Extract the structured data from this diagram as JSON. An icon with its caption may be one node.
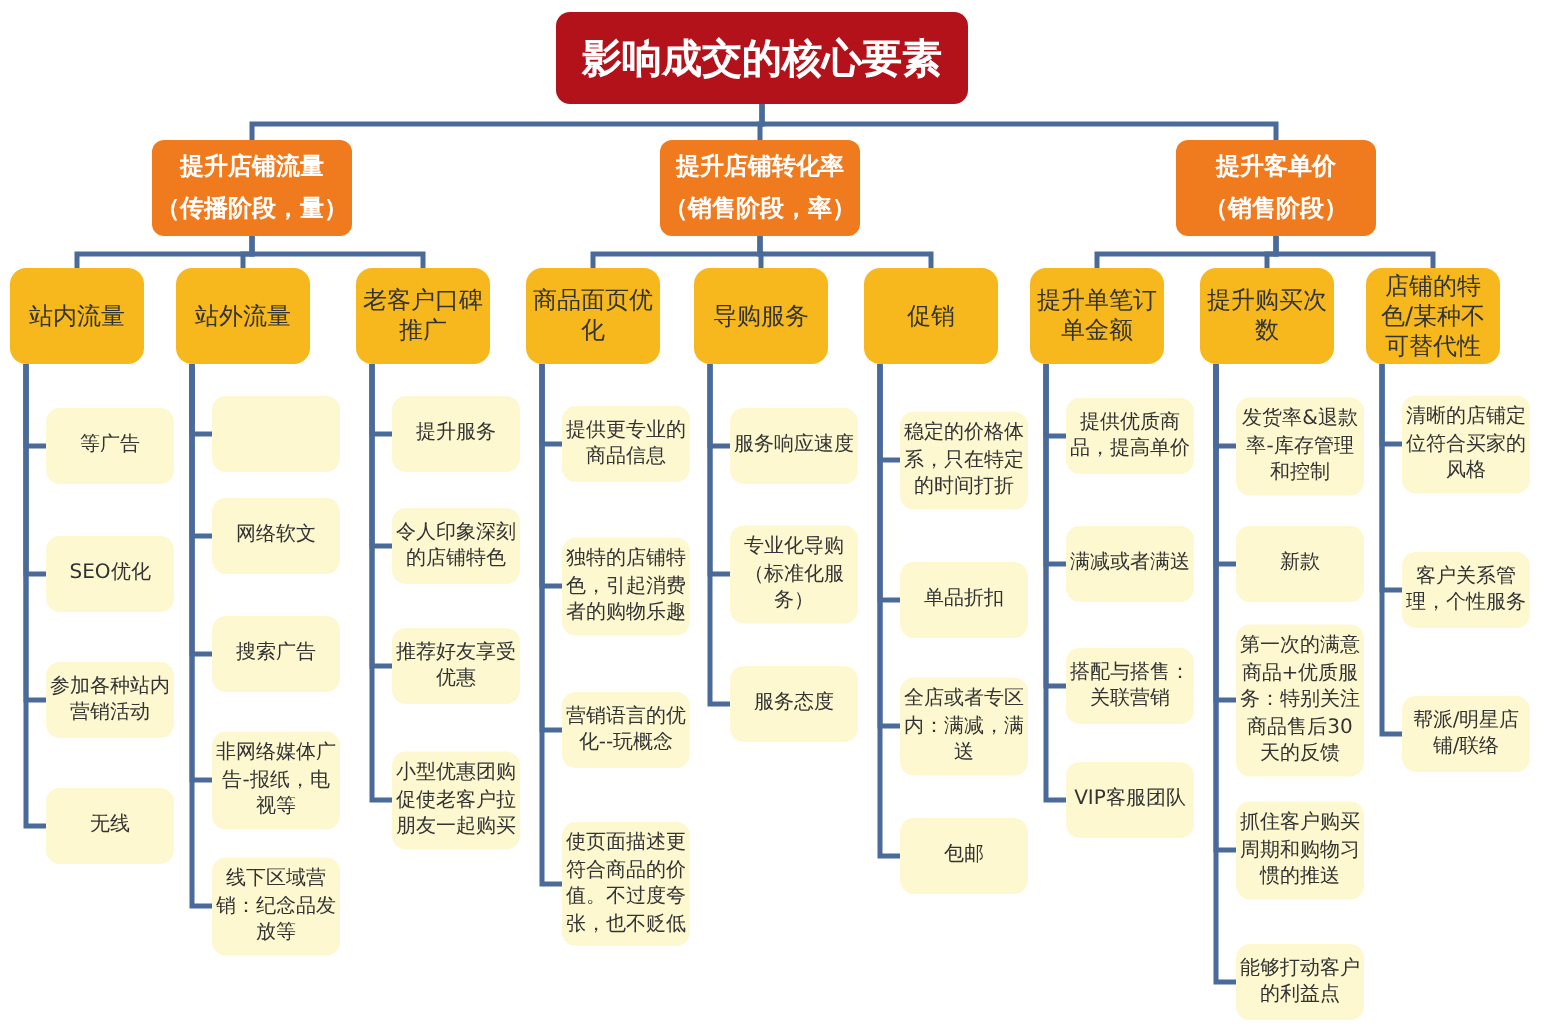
{
  "diagram": {
    "nodes": [
      {
        "text": [
          "影响成交的核心要素"
        ]
      },
      {
        "text": [
          "提升店铺流量",
          "（传播阶段，量）"
        ]
      },
      {
        "text": [
          "提升店铺转化率",
          "（销售阶段，率）"
        ]
      },
      {
        "text": [
          "提升客单价",
          "（销售阶段）"
        ]
      },
      {
        "text": [
          "站内流量"
        ]
      },
      {
        "text": [
          "站外流量"
        ]
      },
      {
        "text": [
          "老客户口碑推广"
        ]
      },
      {
        "text": [
          "商品面页优化"
        ]
      },
      {
        "text": [
          "导购服务"
        ]
      },
      {
        "text": [
          "促销"
        ]
      },
      {
        "text": [
          "提升单笔订单金额"
        ]
      },
      {
        "text": [
          "提升购买次数"
        ]
      },
      {
        "text": [
          "店铺的特色/某种不可替代性"
        ]
      },
      {
        "text": [
          "等广告"
        ]
      },
      {
        "text": [
          "SEO优化"
        ]
      },
      {
        "text": [
          "参加各种站内营销活动"
        ]
      },
      {
        "text": [
          "无线"
        ]
      },
      {
        "text": [],
        "shape": "box"
      },
      {
        "text": [
          "网络软文"
        ]
      },
      {
        "text": [
          "搜索广告"
        ]
      },
      {
        "text": [
          "非网络媒体广告-报纸，电视等"
        ]
      },
      {
        "text": [
          "线下区域营销：纪念品发放等"
        ]
      },
      {
        "text": [
          "提升服务"
        ]
      },
      {
        "text": [
          "令人印象深刻的店铺特色"
        ]
      },
      {
        "text": [
          "推荐好友享受优惠"
        ]
      },
      {
        "text": [
          "小型优惠团购促使老客户拉朋友一起购买"
        ]
      },
      {
        "text": [
          "提供更专业的商品信息"
        ]
      },
      {
        "text": [
          "独特的店铺特色，引起消费者的购物乐趣"
        ]
      },
      {
        "text": [
          "营销语言的优化--玩概念"
        ]
      },
      {
        "text": [
          "使页面描述更符合商品的价值。不过度夸张，也不贬低"
        ]
      },
      {
        "text": [
          "服务响应速度"
        ]
      },
      {
        "text": [
          "专业化导购（标准化服务）"
        ]
      },
      {
        "text": [
          "服务态度"
        ]
      },
      {
        "text": [
          "稳定的价格体系，只在特定的时间打折"
        ]
      },
      {
        "text": [
          "单品折扣"
        ]
      },
      {
        "text": [
          "全店或者专区内：满减，满送"
        ]
      },
      {
        "text": [
          "包邮"
        ]
      },
      {
        "text": [
          "提供优质商品，提高单价"
        ]
      },
      {
        "text": [
          "满减或者满送"
        ]
      },
      {
        "text": [
          "搭配与搭售：关联营销"
        ]
      },
      {
        "text": [
          "VIP客服团队"
        ]
      },
      {
        "text": [
          "发货率&退款率-库存管理和控制"
        ]
      },
      {
        "text": [
          "新款"
        ]
      },
      {
        "text": [
          "第一次的满意商品+优质服务：特别关注商品售后30天的反馈"
        ]
      },
      {
        "text": [
          "抓住客户购买周期和购物习惯的推送"
        ]
      },
      {
        "text": [
          "能够打动客户的利益点"
        ]
      },
      {
        "text": [
          "清晰的店铺定位符合买家的风格"
        ]
      },
      {
        "text": [
          "客户关系管理，个性服务"
        ]
      },
      {
        "text": [
          "帮派/明星店铺/联络"
        ]
      }
    ],
    "edges": [
      {
        "from": 0,
        "to": 1,
        "arrow": "none"
      },
      {
        "from": 0,
        "to": 2,
        "arrow": "none"
      },
      {
        "from": 0,
        "to": 3,
        "arrow": "none"
      },
      {
        "from": 1,
        "to": 4,
        "arrow": "none"
      },
      {
        "from": 1,
        "to": 5,
        "arrow": "none"
      },
      {
        "from": 1,
        "to": 6,
        "arrow": "none"
      },
      {
        "from": 2,
        "to": 7,
        "arrow": "none"
      },
      {
        "from": 2,
        "to": 8,
        "arrow": "none"
      },
      {
        "from": 2,
        "to": 9,
        "arrow": "none"
      },
      {
        "from": 3,
        "to": 10,
        "arrow": "none"
      },
      {
        "from": 3,
        "to": 11,
        "arrow": "none"
      },
      {
        "from": 3,
        "to": 12,
        "arrow": "none"
      },
      {
        "from": 4,
        "to": 13,
        "arrow": "none"
      },
      {
        "from": 4,
        "to": 14,
        "arrow": "none"
      },
      {
        "from": 4,
        "to": 15,
        "arrow": "none"
      },
      {
        "from": 4,
        "to": 16,
        "arrow": "none"
      },
      {
        "from": 5,
        "to": 17,
        "arrow": "none"
      },
      {
        "from": 5,
        "to": 18,
        "arrow": "none"
      },
      {
        "from": 5,
        "to": 19,
        "arrow": "none"
      },
      {
        "from": 5,
        "to": 20,
        "arrow": "none"
      },
      {
        "from": 5,
        "to": 21,
        "arrow": "none"
      },
      {
        "from": 6,
        "to": 22,
        "arrow": "none"
      },
      {
        "from": 6,
        "to": 23,
        "arrow": "none"
      },
      {
        "from": 6,
        "to": 24,
        "arrow": "none"
      },
      {
        "from": 6,
        "to": 25,
        "arrow": "none"
      },
      {
        "from": 7,
        "to": 26,
        "arrow": "none"
      },
      {
        "from": 7,
        "to": 27,
        "arrow": "none"
      },
      {
        "from": 7,
        "to": 28,
        "arrow": "none"
      },
      {
        "from": 7,
        "to": 29,
        "arrow": "none"
      },
      {
        "from": 8,
        "to": 30,
        "arrow": "none"
      },
      {
        "from": 8,
        "to": 31,
        "arrow": "none"
      },
      {
        "from": 8,
        "to": 32,
        "arrow": "none"
      },
      {
        "from": 9,
        "to": 33,
        "arrow": "none"
      },
      {
        "from": 9,
        "to": 34,
        "arrow": "none"
      },
      {
        "from": 9,
        "to": 35,
        "arrow": "none"
      },
      {
        "from": 9,
        "to": 36,
        "arrow": "none"
      },
      {
        "from": 10,
        "to": 37,
        "arrow": "none"
      },
      {
        "from": 10,
        "to": 38,
        "arrow": "none"
      },
      {
        "from": 10,
        "to": 39,
        "arrow": "none"
      },
      {
        "from": 10,
        "to": 40,
        "arrow": "none"
      },
      {
        "from": 11,
        "to": 41,
        "arrow": "none"
      },
      {
        "from": 11,
        "to": 42,
        "arrow": "none"
      },
      {
        "from": 11,
        "to": 43,
        "arrow": "none"
      },
      {
        "from": 11,
        "to": 44,
        "arrow": "none"
      },
      {
        "from": 11,
        "to": 45,
        "arrow": "none"
      },
      {
        "from": 12,
        "to": 46,
        "arrow": "none"
      },
      {
        "from": 12,
        "to": 47,
        "arrow": "none"
      },
      {
        "from": 12,
        "to": 48,
        "arrow": "none"
      }
    ]
  }
}
